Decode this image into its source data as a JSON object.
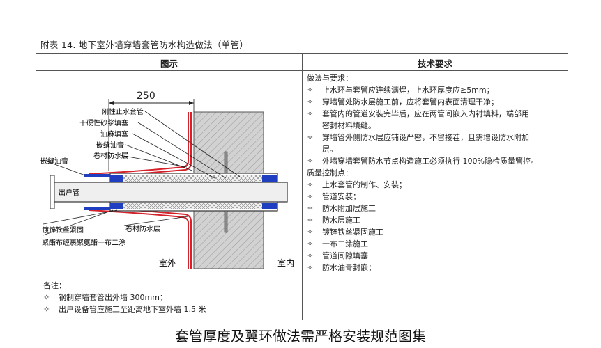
{
  "document": {
    "title": "附表 14. 地下室外墙穿墙套管防水构造做法（单管）",
    "col_diagram": "图示",
    "col_requirements": "技术要求"
  },
  "diagram": {
    "dimension": "250",
    "labels": {
      "rigid_sleeve": "刚性止水套管",
      "dry_mortar": "干硬性砂浆填塞",
      "hemp_fill": "油麻填塞",
      "seal_paste_top": "嵌缝油膏",
      "membrane_top": "卷材防水层",
      "seal_paste_left": "嵌缝油膏",
      "outlet_pipe": "出户管",
      "galv_wire": "镀锌铁丝紧固",
      "membrane_bottom": "卷材防水层",
      "polyester_wrap": "聚酯布缠裹聚氨酯一布二涂",
      "outdoor": "室外",
      "indoor": "室内"
    }
  },
  "requirements": {
    "method_title": "做法与要求：",
    "method_items": [
      {
        "text": "止水环与套管应连续满焊，止水环厚度应≥5mm；"
      },
      {
        "text": "穿墙管处防水层施工前，应将套管内表面清理干净；"
      },
      {
        "text": "套管内的管道安装完毕后，应在两管间嵌入内衬填料，端部用",
        "cont": "密封材料填缝。"
      },
      {
        "text": "穿墙管外侧防水层应铺设严密，不留接茬，且需增设防水附加",
        "cont": "层。"
      },
      {
        "text": "外墙穿墙套管防水节点构造施工必须执行 100%隐检质量管控。"
      }
    ],
    "control_title": "质量控制点：",
    "control_items": [
      "止水套管的制作、安装；",
      "管道安装；",
      "防水附加层施工",
      "防水层施工",
      "镀锌铁丝紧固施工",
      "一布二涂施工",
      "管道间隙填塞",
      "防水油膏封嵌；"
    ],
    "bullet": "✧"
  },
  "notes": {
    "title": "备注：",
    "items": [
      "钢制穿墙套管出外墙 300mm；",
      "出户设备管应施工至距离地下室外墙 1.5 米"
    ]
  },
  "caption": "套管厚度及翼环做法需严格安装规范图集",
  "colors": {
    "red": "#d6202a",
    "blue": "#1f3fc0",
    "wall": "#c8c8c8",
    "pipe": "#efefef"
  }
}
